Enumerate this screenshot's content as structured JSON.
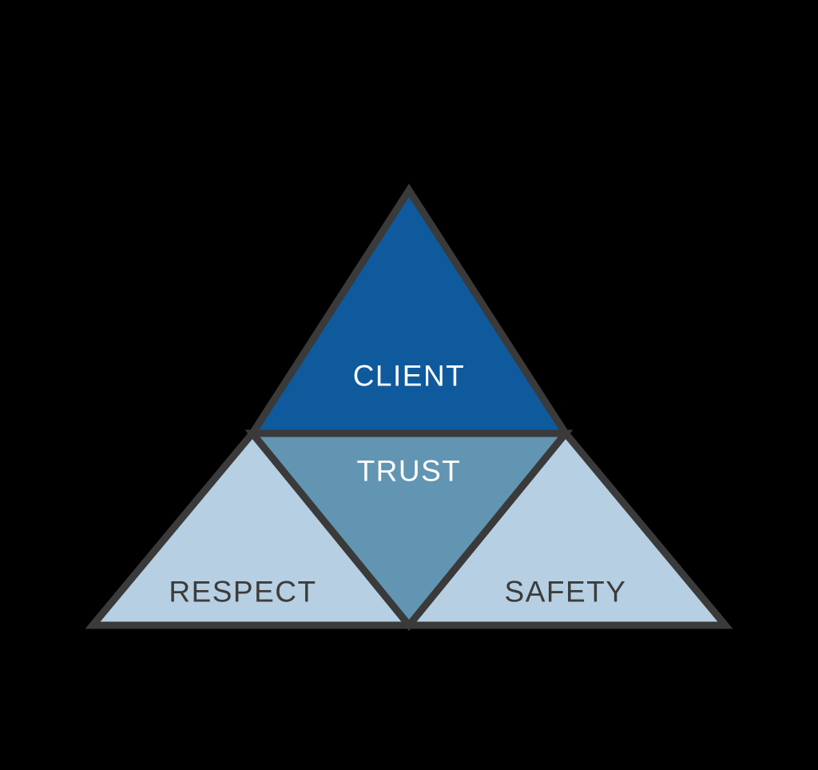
{
  "diagram": {
    "name": "client-values-pyramid",
    "background_color": "#000000",
    "outline_color": "#3a3a3a",
    "sections": [
      {
        "id": "client",
        "label": "CLIENT",
        "fill": "#0e5a9c",
        "text_color": "#ffffff",
        "position": "top"
      },
      {
        "id": "trust",
        "label": "TRUST",
        "fill": "#6295b1",
        "text_color": "#ffffff",
        "position": "center-inverted"
      },
      {
        "id": "respect",
        "label": "RESPECT",
        "fill": "#b6cfe2",
        "text_color": "#3c3c3c",
        "position": "bottom-left"
      },
      {
        "id": "safety",
        "label": "SAFETY",
        "fill": "#b6cfe2",
        "text_color": "#3c3c3c",
        "position": "bottom-right"
      }
    ]
  }
}
